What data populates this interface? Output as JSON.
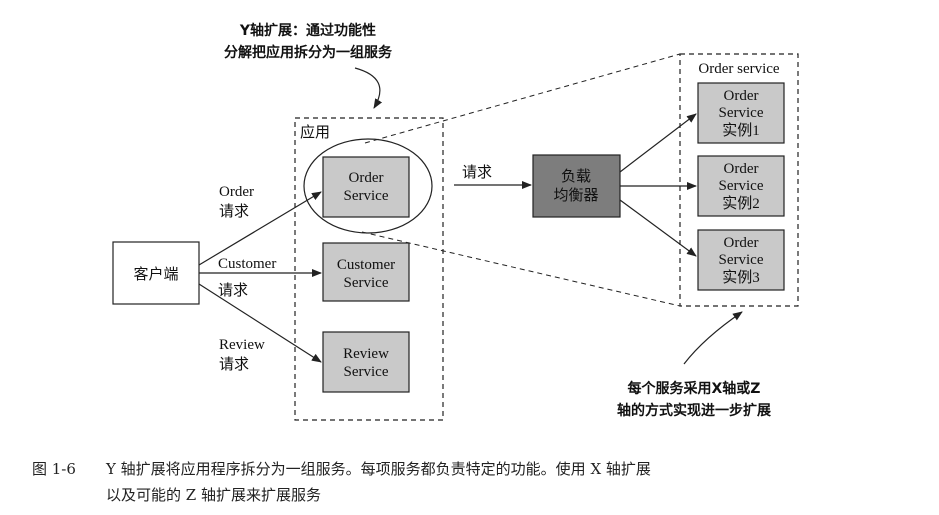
{
  "annotation_top": {
    "line1": "Y轴扩展：通过功能性",
    "line2": "分解把应用拆分为一组服务"
  },
  "annotation_bottom": {
    "line1": "每个服务采用X轴或Z",
    "line2": "轴的方式实现进一步扩展"
  },
  "groups": {
    "app": "应用",
    "order_service": "Order service"
  },
  "nodes": {
    "client": "客户端",
    "order": [
      "Order",
      "Service"
    ],
    "customer": [
      "Customer",
      "Service"
    ],
    "review": [
      "Review",
      "Service"
    ],
    "lb": [
      "负载",
      "均衡器"
    ],
    "inst1": [
      "Order",
      "Service",
      "实例1"
    ],
    "inst2": [
      "Order",
      "Service",
      "实例2"
    ],
    "inst3": [
      "Order",
      "Service",
      "实例3"
    ]
  },
  "edges": {
    "order_req": [
      "Order",
      "请求"
    ],
    "customer_req": [
      "Customer",
      "请求"
    ],
    "review_req": [
      "Review",
      "请求"
    ],
    "lb_req": "请求"
  },
  "colors": {
    "service_fill": "#c9c9c9",
    "lb_fill": "#7d7d7d",
    "client_fill": "#ffffff",
    "stroke": "#222222"
  },
  "caption": {
    "number": "图 1-6",
    "line1": "Y 轴扩展将应用程序拆分为一组服务。每项服务都负责特定的功能。使用 X 轴扩展",
    "line2": "以及可能的 Z 轴扩展来扩展服务"
  }
}
